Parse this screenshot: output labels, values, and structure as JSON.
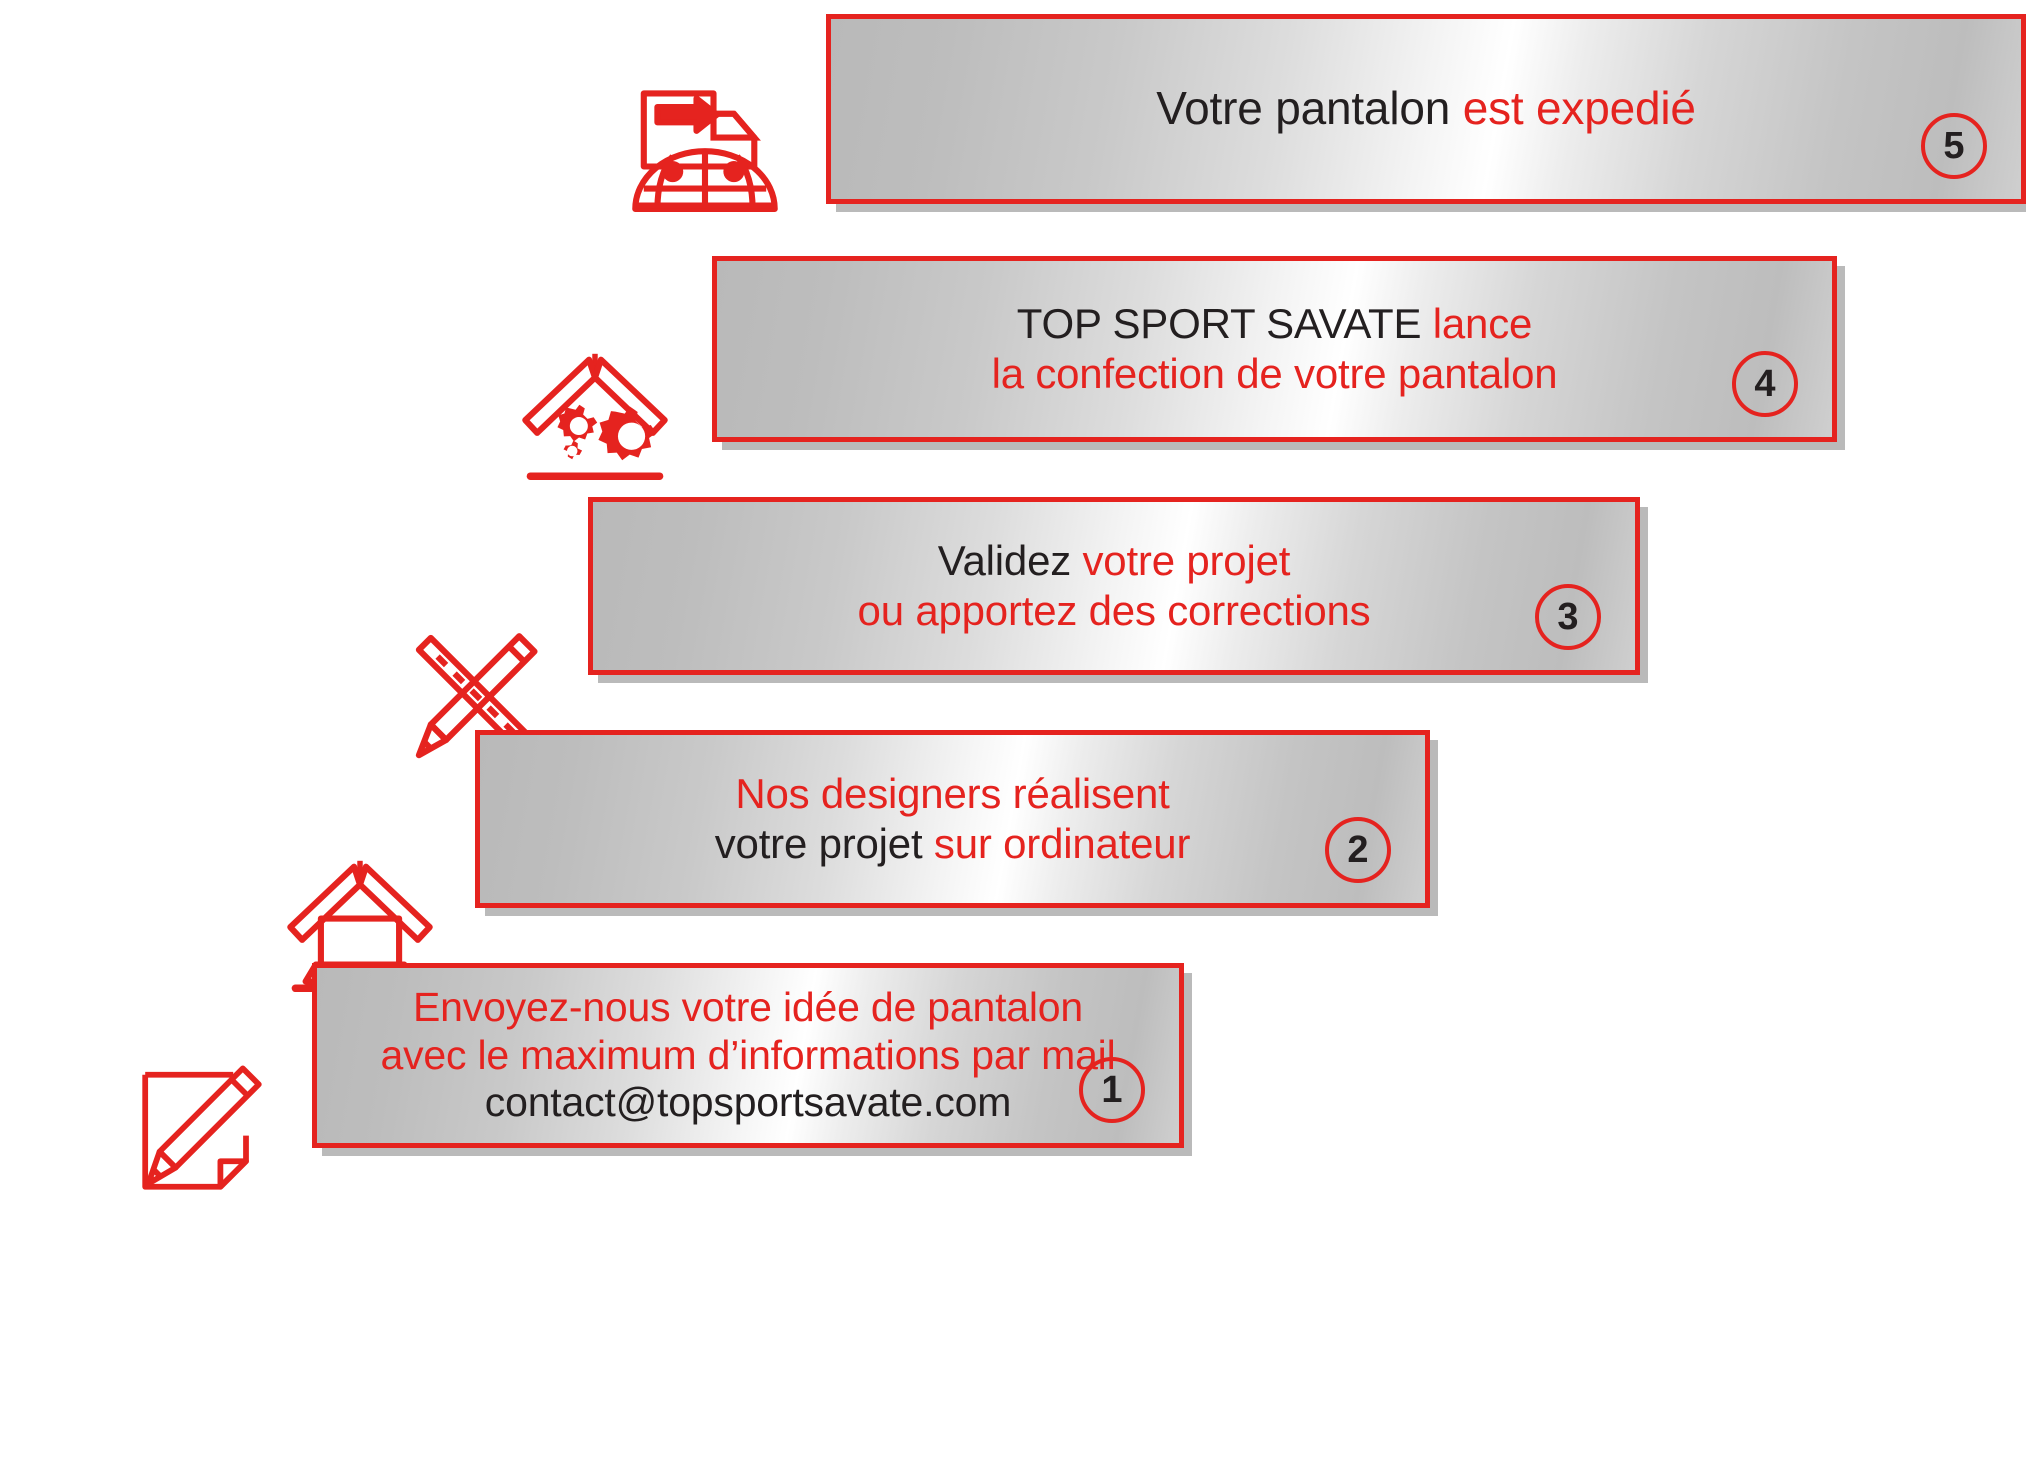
{
  "meta": {
    "accent_red": "#e5231f",
    "text_black": "#231f20",
    "panel_gradient": "metallic-silver"
  },
  "steps": [
    {
      "number": "5",
      "icon": "delivery-truck-globe-icon",
      "lines": [
        {
          "segments": [
            {
              "text": "Votre pantalon ",
              "color": "black"
            },
            {
              "text": "est expedié",
              "color": "red"
            }
          ]
        }
      ]
    },
    {
      "number": "4",
      "icon": "roof-gears-icon",
      "lines": [
        {
          "segments": [
            {
              "text": "TOP SPORT SAVATE ",
              "color": "black"
            },
            {
              "text": "lance",
              "color": "red"
            }
          ]
        },
        {
          "segments": [
            {
              "text": "la confection de votre pantalon",
              "color": "red"
            }
          ]
        }
      ]
    },
    {
      "number": "3",
      "icon": "ruler-pencil-icon",
      "lines": [
        {
          "segments": [
            {
              "text": "Validez ",
              "color": "black"
            },
            {
              "text": "votre projet",
              "color": "red"
            }
          ]
        },
        {
          "segments": [
            {
              "text": "ou apportez des corrections",
              "color": "red"
            }
          ]
        }
      ]
    },
    {
      "number": "2",
      "icon": "roof-laptop-icon",
      "lines": [
        {
          "segments": [
            {
              "text": "Nos designers réalisent",
              "color": "red"
            }
          ]
        },
        {
          "segments": [
            {
              "text": "votre projet ",
              "color": "black"
            },
            {
              "text": "sur ordinateur",
              "color": "red"
            }
          ]
        }
      ]
    },
    {
      "number": "1",
      "icon": "document-pencil-icon",
      "lines": [
        {
          "segments": [
            {
              "text": "Envoyez-nous votre idée de pantalon",
              "color": "red"
            }
          ]
        },
        {
          "segments": [
            {
              "text": "avec le maximum d’informations par mail",
              "color": "red"
            }
          ]
        },
        {
          "segments": [
            {
              "text": "contact@topsportsavate.com",
              "color": "black"
            }
          ]
        }
      ]
    }
  ]
}
